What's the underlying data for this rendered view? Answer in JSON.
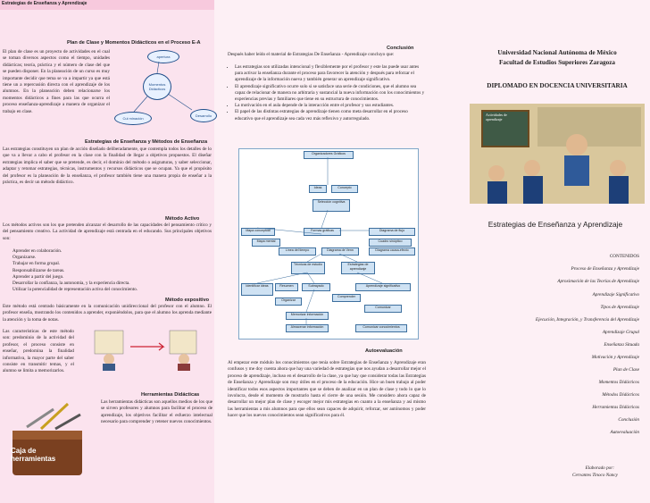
{
  "header": {
    "top_label": "Estrategias de Enseñanza y Aprendizaje"
  },
  "left": {
    "title1": "Plan de Clase y Momentos Didácticos en el Proceso E-A",
    "para1": "El plan de clase es un proyecto de actividades en el cual se toman diversos aspectos como el tiempo, unidades didácticas; teoría, práctica y el número de clase del que se pueden disponer. En la planeación de un curso es muy importante decidir que tema se va a impartir ya que está tiene un a repercusión directa con el aprendizaje de los alumnos. En la planeación deben relacionarse los momentos didácticos a fines para las que ocurra el proceso enseñanza-aprendizaje a manera de organizar el trabajo en clase.",
    "blobs": [
      "apertura",
      "Momentos Didácticos",
      "Desarrollo",
      "Cul minación"
    ],
    "title2": "Estrategias de Enseñanza y Métodos de Enseñanza",
    "para2": "Las estrategias constituyen un plan de acción diseñado deliberadamente, que contempla todos los detalles de lo que va a llevar a cabo el profesor en la clase con la finalidad de llegar a objetivos propuestos. El diseñar estrategias implica el saber que se pretende, es decir, el dominio del método o asignaturas, y saber seleccionar, adaptar y retomar estrategias, técnicas, instrumentos y recursos didácticos que se ocupan. Ya que el propósito del profesor es la planeación de la enseñanza, el profesor también tiene una manera propia de enseñar a la práctica, es decir un método didáctico.",
    "title3": "Método Activo",
    "para3": "Los métodos activos son los que pretenden alcanzar el desarrollo de las capacidades del pensamiento crítico y del pensamiento creativo. La actividad de aprendizaje está centrada en el educando. Sus principales objetivos son:",
    "list3": [
      "Aprender en colaboración.",
      "Organizarse.",
      "Trabajar en forma grupal.",
      "Responsabilizarse de tareas.",
      "Aprender a partir del juego.",
      "Desarrollar la confianza, la autonomía, y la experiencia directa.",
      "Utilizar la potencialidad de representación activa del conocimiento."
    ],
    "title4": "Método expositivo",
    "para4": "Este método está centrado básicamente en la comunicación unidireccional del profesor con el alumno. El profesor enseña, mostrando los contenidos a aprender, exponiéndolos, para que el alumno los aprenda mediante la atención y la toma de notas.",
    "para4b": "Las características de este método son: predominio de la actividad del profesor, el proceso consiste en enseñar, predomina la finalidad informativa, la mayor parte del saber consiste en transmitir temas, y el alumno se limita a memorizarlos.",
    "title5": "Herramientas Didácticas",
    "para5": "Las herramientas didácticas son aquellos medios de los que se sirven profesores y alumnos para facilitar el proceso de aprendizaje, los objetivos facilitar el esfuerzo intelectual necesario para comprender y retener nuevos conocimientos.",
    "caja_label": "Caja de herramientas"
  },
  "mid": {
    "concl_title": "Conclusión",
    "concl_intro": "Después haber leído el material de Estrategias De Enseñanza - Aprendizaje concluyo que:",
    "concl_list": [
      "Las estrategias son utilizadas intencional y flexiblemente por el profesor y este las puede usar antes para activar la enseñanza durante el proceso para favorecer la atención y después para reforzar el aprendizaje de la información nueva y también generar un aprendizaje significativo.",
      "El aprendizaje significativo ocurre solo si se satisface una serie de condiciones, que el alumno sea capaz de relacionar de manera no arbitraria y sustancial la nueva información con los conocimientos y experiencias previas y familiares que tiene en su estructura de conocimientos.",
      "La motivación en el aula depende de la interacción entre el profesor y sus estudiantes.",
      "El papel de las distintas estrategias de aprendizaje tienen como meta desarrollar en el proceso educativo que el aprendizaje sea cada vez más reflexivo y autorregulado."
    ],
    "diagram": {
      "title": "Organizadores Gráficos",
      "nodes": [
        "Mapa conceptual",
        "Formas gráficas",
        "Diagrama de flujo",
        "Ideas",
        "Concepto",
        "Selección cognitiva",
        "Mapa mental",
        "Cuadro sinóptico",
        "Línea del tiempo",
        "Diagrama de Venn",
        "Diagrama causa-efecto",
        "Técnicas de estudio",
        "Estrategias de aprendizaje",
        "Identificar ideas",
        "Resumen",
        "Aprendizaje significativo",
        "Subrayado",
        "Comprender",
        "Organizar",
        "Memorizar información",
        "Comunicar",
        "Almacenar información",
        "Comunicar conocimientos"
      ]
    },
    "auto_title": "Autoevaluación",
    "auto_para": "Al empezar este módulo los conocimientos que tenía sobre Estrategias de Enseñanza y Aprendizaje eran confusos y me doy cuenta ahora que hay una variedad de estrategias que nos ayudan a desarrollar mejor el proceso de aprendizaje, incluso en el desarrollo de la clase, ya que hay que considerar todas las Estrategias de Enseñanza y Aprendizaje son muy útiles en el proceso de la educación. Hice un buen trabajo al poder identificar todos esos aspectos importantes que se deben de analizar en un plan de clase y todo lo que lo involucra, desde el momento de mostrarlo hasta el cierre de una sesión. Me considero ahora capaz de desarrollar un mejor plan de clase y escoger mejor mis estrategias en cuanto a la enseñanza y así mismo las herramientas a mis alumnos para que ellos sean capaces de adquirir, reforzar, ser autónomos y poder hacer que los nuevos conocimientos sean significativos para él."
  },
  "right": {
    "university": "Universidad Nacional Autónoma de México",
    "faculty": "Facultad de Estudios Superiores Zaragoza",
    "diplomado": "DIPLOMADO EN DOCENCIA UNIVERSITARIA",
    "board_text": "Actividades de aprendizaje",
    "main_title": "Estrategias de Enseñanza y Aprendizaje",
    "contents_title": "CONTENIDOS",
    "contents": [
      "Proceso de Enseñanza y Aprendizaje",
      "Aproximación de las Teorías de Aprendizaje",
      "Aprendizaje Significativo",
      "Tipos de Aprendizaje",
      "Ejecución, Integración, y Transferencia del Aprendizaje",
      "Aprendizaje Grupal",
      "Enseñanza Situada",
      "Motivación y Aprendizaje",
      "Plan de Clase",
      "Momentos Didácticos",
      "Métodos Didácticos",
      "Herramientas Didácticas",
      "Conclusión",
      "Autoevaluación"
    ],
    "made_by": "Elaborado por:",
    "author": "Cervantes Tinoco Nancy"
  }
}
